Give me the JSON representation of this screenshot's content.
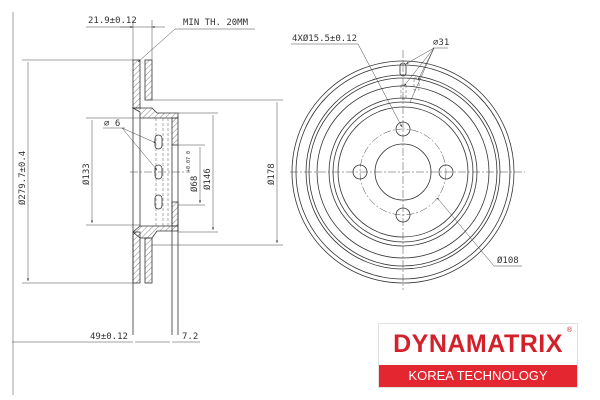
{
  "drawing": {
    "dimensions": {
      "thickness": "21.9±0.12",
      "min_thickness": "MIN TH. 20MM",
      "outer_diameter": "Ø279.7±0.4",
      "vent_hole": "⌀ 6",
      "d133": "Ø133",
      "d68": "Ø68",
      "d68_tol": "+0.07 0",
      "d146": "Ø146",
      "d178": "Ø178",
      "height": "49±0.12",
      "hat_thickness": "7.2",
      "bolt_holes": "4XØ15.5±0.12",
      "slot": "⌀31",
      "pcd": "Ø108"
    }
  },
  "logo": {
    "brand": "DYNAMATRIX",
    "registered": "®",
    "tagline": "KOREA TECHNOLOGY",
    "brand_color": "#d3212c",
    "band_color": "#e3262f"
  }
}
